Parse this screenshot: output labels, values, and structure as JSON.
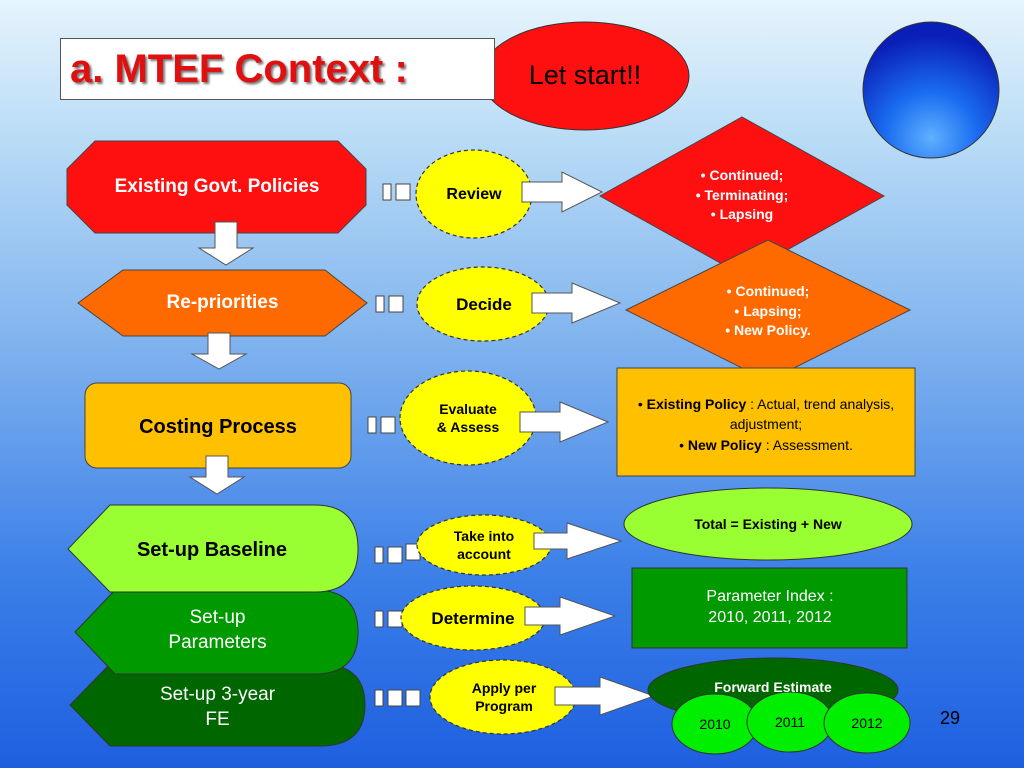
{
  "title": "a. MTEF Context :",
  "start_label": "Let start!!",
  "rows": [
    {
      "left_label": "Existing Govt. Policies",
      "action": "Review",
      "outcome_items": [
        "Continued;",
        "Terminating;",
        "Lapsing"
      ]
    },
    {
      "left_label": "Re-priorities",
      "action": "Decide",
      "outcome_items": [
        "Continued;",
        "Lapsing;",
        "New Policy."
      ]
    },
    {
      "left_label": "Costing Process",
      "action": "Evaluate\n& Assess",
      "outcome": {
        "bold1": "Existing Policy",
        "rest1": " : Actual, trend analysis, adjustment;",
        "bold2": "New Policy",
        "rest2": " : Assessment."
      }
    },
    {
      "left_label": "Set-up Baseline",
      "action": "Take into\naccount",
      "outcome": "Total = Existing + New"
    },
    {
      "left_label": "Set-up\nParameters",
      "action": "Determine",
      "outcome": "Parameter Index :\n2010, 2011, 2012"
    },
    {
      "left_label": "Set-up 3-year\nFE",
      "action": "Apply per\nProgram",
      "outcome": "Forward Estimate",
      "years": [
        "2010",
        "2011",
        "2012"
      ]
    }
  ],
  "page_number": "29",
  "colors": {
    "red": "#ff1010",
    "orange": "#ff6a00",
    "gold": "#ffc000",
    "lime": "#99ff33",
    "green": "#009900",
    "darkgreen": "#006600",
    "yellow": "#ffff00",
    "blue_circle": "#1040e0"
  }
}
